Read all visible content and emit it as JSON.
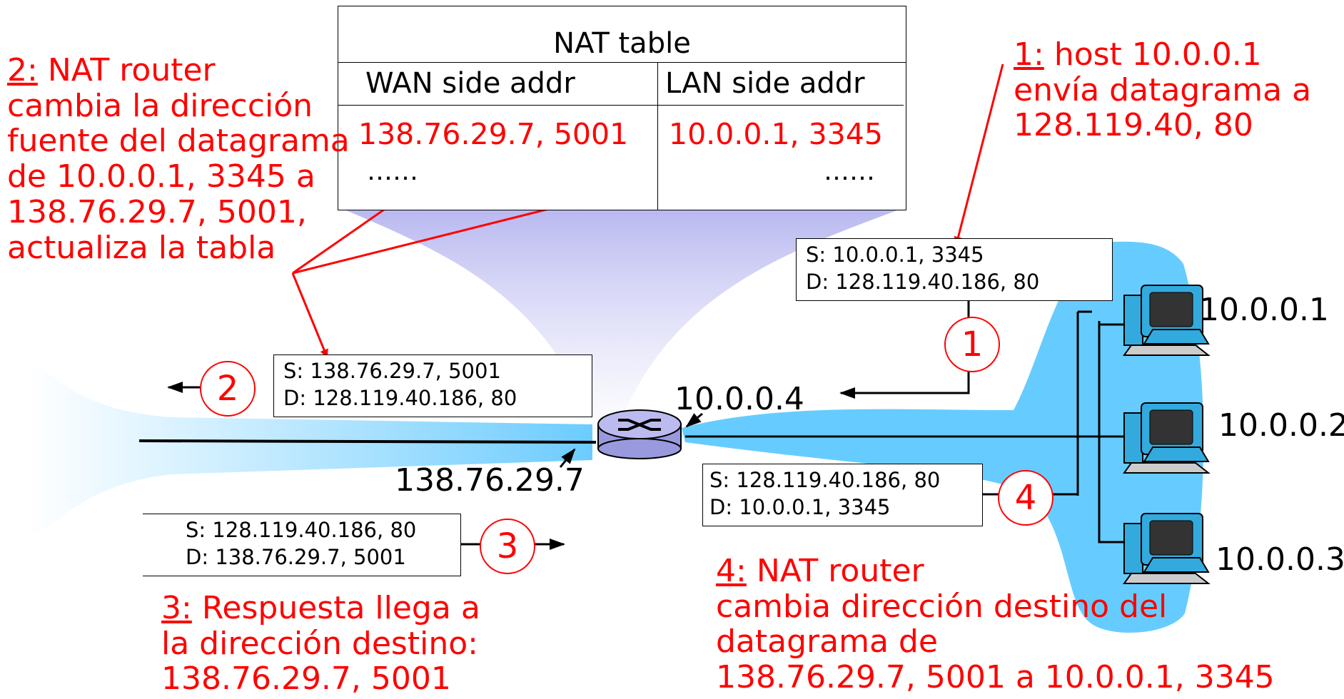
{
  "nat_table": {
    "title": "NAT table",
    "col_wan": "WAN side addr",
    "col_lan": "LAN side addr",
    "row_wan": "138.76.29.7, 5001",
    "row_lan": "10.0.0.1, 3345",
    "ellipsis_wan": "……",
    "ellipsis_lan": "……"
  },
  "step1": {
    "num": "1:",
    "text": [
      " host 10.0.0.1",
      "envía datagrama a",
      "128.119.40, 80"
    ]
  },
  "step2": {
    "num": "2:",
    "text": [
      " NAT router",
      "cambia la dirección",
      "fuente del datagrama",
      "de 10.0.0.1, 3345 a",
      "138.76.29.7, 5001,",
      "actualiza la tabla"
    ]
  },
  "step3": {
    "num": "3:",
    "text": [
      " Respuesta llega a",
      "la dirección destino:",
      " 138.76.29.7, 5001"
    ]
  },
  "step4": {
    "num": "4:",
    "text": [
      " NAT router",
      "cambia dirección destino del",
      "datagrama de",
      "138.76.29.7, 5001 a 10.0.0.1, 3345"
    ]
  },
  "packets": {
    "p1": {
      "s": "S: 10.0.0.1, 3345",
      "d": "D: 128.119.40.186, 80"
    },
    "p2": {
      "s": "S: 138.76.29.7, 5001",
      "d": "D: 128.119.40.186, 80"
    },
    "p3": {
      "s": "S: 128.119.40.186, 80",
      "d": "D: 138.76.29.7, 5001"
    },
    "p4": {
      "s": "S: 128.119.40.186, 80",
      "d": "D: 10.0.0.1, 3345"
    }
  },
  "circles": [
    "1",
    "2",
    "3",
    "4"
  ],
  "addresses": {
    "router_lan": "10.0.0.4",
    "router_wan": "138.76.29.7",
    "host1": "10.0.0.1",
    "host2": "10.0.0.2",
    "host3": "10.0.0.3"
  },
  "icons": [
    "router-icon",
    "computer-icon"
  ],
  "colors": {
    "annotation": "#ff0000",
    "network": "#66ccff",
    "funnel": "#c8c8f5"
  }
}
